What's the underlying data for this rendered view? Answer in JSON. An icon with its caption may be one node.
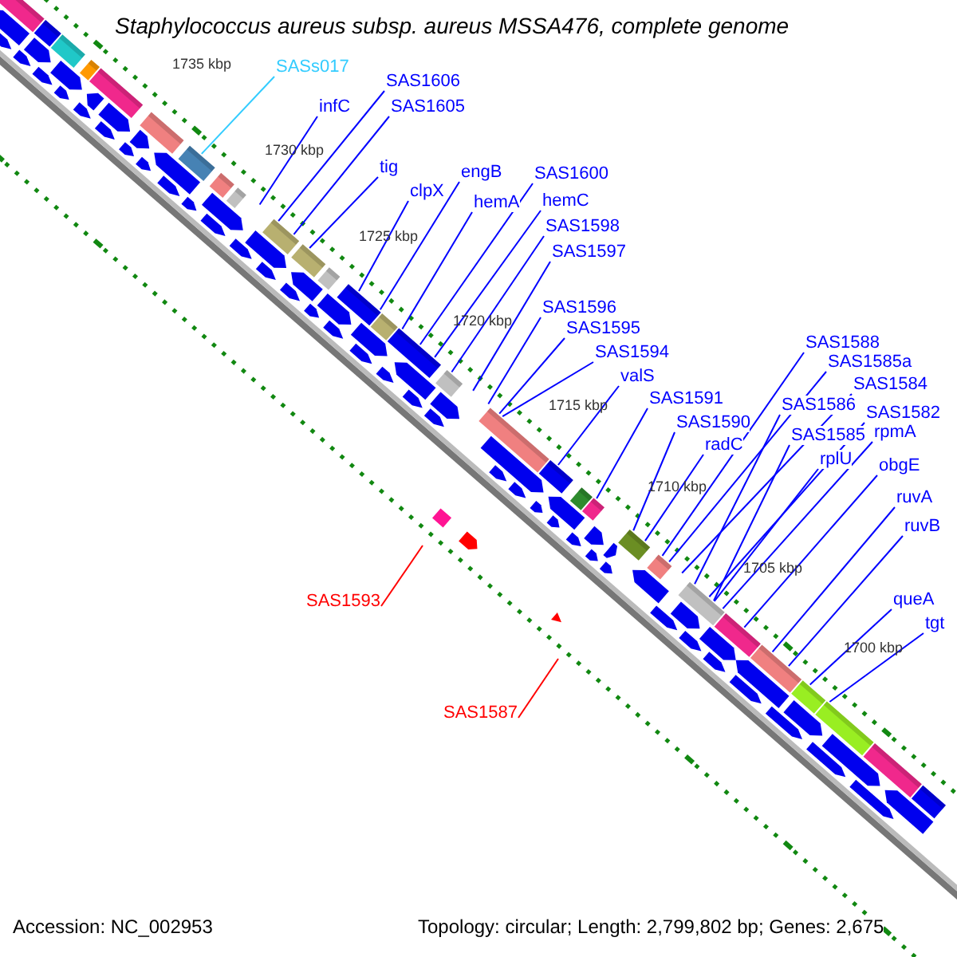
{
  "diagram": {
    "title": "Staphylococcus aureus subsp. aureus MSSA476, complete genome",
    "nodes": [
      {
        "text": [
          "SASs017"
        ]
      },
      {
        "text": [
          "SAS1606"
        ]
      },
      {
        "text": [
          "infC"
        ]
      },
      {
        "text": [
          "SAS1605"
        ]
      },
      {
        "text": [
          "tig"
        ]
      },
      {
        "text": [
          "engB"
        ]
      },
      {
        "text": [
          "SAS1600"
        ]
      },
      {
        "text": [
          "clpX"
        ]
      },
      {
        "text": [
          "hemA"
        ]
      },
      {
        "text": [
          "hemC"
        ]
      },
      {
        "text": [
          "SAS1598"
        ]
      },
      {
        "text": [
          "SAS1597"
        ]
      },
      {
        "text": [
          "SAS1596"
        ]
      },
      {
        "text": [
          "SAS1595"
        ]
      },
      {
        "text": [
          "SAS1588"
        ]
      },
      {
        "text": [
          "SAS1594"
        ]
      },
      {
        "text": [
          "SAS1585a"
        ]
      },
      {
        "text": [
          "valS"
        ]
      },
      {
        "text": [
          "SAS1584"
        ]
      },
      {
        "text": [
          "SAS1591"
        ]
      },
      {
        "text": [
          "SAS1586"
        ]
      },
      {
        "text": [
          "SAS1582"
        ]
      },
      {
        "text": [
          "SAS1590"
        ]
      },
      {
        "text": [
          "rpmA"
        ]
      },
      {
        "text": [
          "SAS1585"
        ]
      },
      {
        "text": [
          "radC"
        ]
      },
      {
        "text": [
          "rplU"
        ]
      },
      {
        "text": [
          "obgE"
        ]
      },
      {
        "text": [
          "ruvA"
        ]
      },
      {
        "text": [
          "ruvB"
        ]
      },
      {
        "text": [
          "queA"
        ]
      },
      {
        "text": [
          "SAS1593"
        ]
      },
      {
        "text": [
          "tgt"
        ]
      },
      {
        "text": [
          "SAS1587"
        ]
      }
    ],
    "edges": [
      {
        "from": 0,
        "to": null,
        "arrow": "none",
        "color": "#33ccff"
      },
      {
        "from": 1,
        "to": null,
        "arrow": "none"
      },
      {
        "from": 2,
        "to": null,
        "arrow": "none"
      },
      {
        "from": 3,
        "to": null,
        "arrow": "none"
      },
      {
        "from": 4,
        "to": null,
        "arrow": "none"
      },
      {
        "from": 5,
        "to": null,
        "arrow": "none"
      },
      {
        "from": 6,
        "to": null,
        "arrow": "none"
      },
      {
        "from": 7,
        "to": null,
        "arrow": "none"
      },
      {
        "from": 8,
        "to": null,
        "arrow": "none"
      },
      {
        "from": 9,
        "to": null,
        "arrow": "none"
      },
      {
        "from": 10,
        "to": null,
        "arrow": "none"
      },
      {
        "from": 11,
        "to": null,
        "arrow": "none"
      },
      {
        "from": 12,
        "to": null,
        "arrow": "none"
      },
      {
        "from": 13,
        "to": null,
        "arrow": "none"
      },
      {
        "from": 14,
        "to": null,
        "arrow": "none"
      },
      {
        "from": 15,
        "to": null,
        "arrow": "none"
      },
      {
        "from": 16,
        "to": null,
        "arrow": "none"
      },
      {
        "from": 17,
        "to": null,
        "arrow": "none"
      },
      {
        "from": 18,
        "to": null,
        "arrow": "none"
      },
      {
        "from": 19,
        "to": null,
        "arrow": "none"
      },
      {
        "from": 20,
        "to": null,
        "arrow": "none"
      },
      {
        "from": 21,
        "to": null,
        "arrow": "none"
      },
      {
        "from": 22,
        "to": null,
        "arrow": "none"
      },
      {
        "from": 23,
        "to": null,
        "arrow": "none"
      },
      {
        "from": 24,
        "to": null,
        "arrow": "none"
      },
      {
        "from": 25,
        "to": null,
        "arrow": "none"
      },
      {
        "from": 26,
        "to": null,
        "arrow": "none"
      },
      {
        "from": 27,
        "to": null,
        "arrow": "none"
      },
      {
        "from": 28,
        "to": null,
        "arrow": "none"
      },
      {
        "from": 29,
        "to": null,
        "arrow": "none"
      },
      {
        "from": 30,
        "to": null,
        "arrow": "none"
      },
      {
        "from": 31,
        "to": null,
        "arrow": "none",
        "color": "#ff0000"
      },
      {
        "from": 32,
        "to": null,
        "arrow": "none"
      },
      {
        "from": 33,
        "to": null,
        "arrow": "none",
        "color": "#ff0000"
      }
    ],
    "labels": [
      "1735 kbp",
      "1730 kbp",
      "1725 kbp",
      "1720 kbp",
      "1715 kbp",
      "1710 kbp",
      "1705 kbp",
      "1700 kbp",
      "Accession: NC_002953",
      "Topology: circular; Length: 2,799,802 bp; Genes: 2,675"
    ]
  }
}
